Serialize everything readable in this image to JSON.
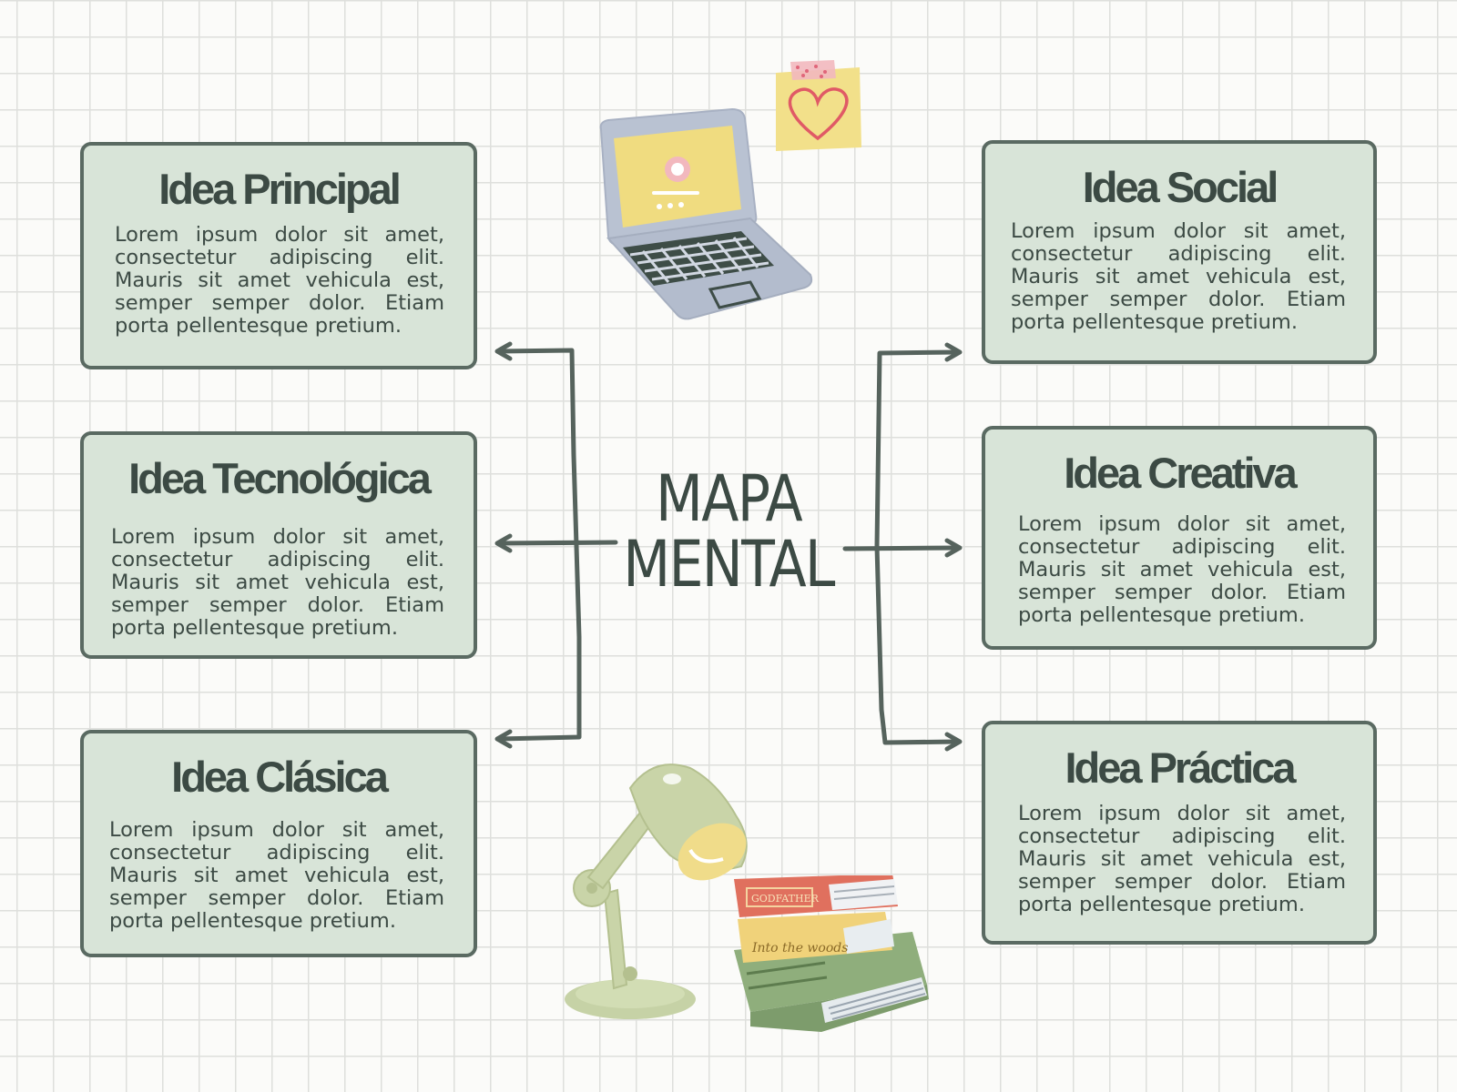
{
  "center": {
    "line1": "MAPA",
    "line2": "MENTAL"
  },
  "cards": [
    {
      "title": "Idea Principal",
      "body": "Lorem ipsum dolor sit amet, consectetur adipiscing elit. Mauris sit amet vehicula est, semper semper dolor. Etiam porta pellentesque pretium."
    },
    {
      "title": "Idea Tecnológica",
      "body": "Lorem ipsum dolor sit amet, consectetur adipiscing elit. Mauris sit amet vehicula est, semper semper dolor. Etiam porta pellentesque pretium."
    },
    {
      "title": "Idea Clásica",
      "body": "Lorem ipsum dolor sit amet, consectetur adipiscing elit. Mauris sit amet vehicula est, semper semper dolor. Etiam porta pellentesque pretium."
    },
    {
      "title": "Idea Social",
      "body": "Lorem ipsum dolor sit amet, consectetur adipiscing elit. Mauris sit amet vehicula est, semper semper dolor. Etiam porta pellentesque pretium."
    },
    {
      "title": "Idea Creativa",
      "body": "Lorem ipsum dolor sit amet, consectetur adipiscing elit. Mauris sit amet vehicula est, semper semper dolor. Etiam porta pellentesque pretium."
    },
    {
      "title": "Idea Práctica",
      "body": "Lorem ipsum dolor sit amet, consectetur adipiscing elit. Mauris sit amet vehicula est, semper semper dolor. Etiam porta pellentesque pretium."
    }
  ],
  "book_spines": {
    "top": "GODFATHER",
    "middle": "Into the woods"
  },
  "colors": {
    "card_fill": "#d8e4d8",
    "card_border": "#5a6a62",
    "text": "#3c4a44",
    "connector": "#56635d",
    "grid": "#dedfdc"
  },
  "icons": [
    "laptop-icon",
    "sticky-note-heart-icon",
    "desk-lamp-icon",
    "book-stack-icon"
  ]
}
